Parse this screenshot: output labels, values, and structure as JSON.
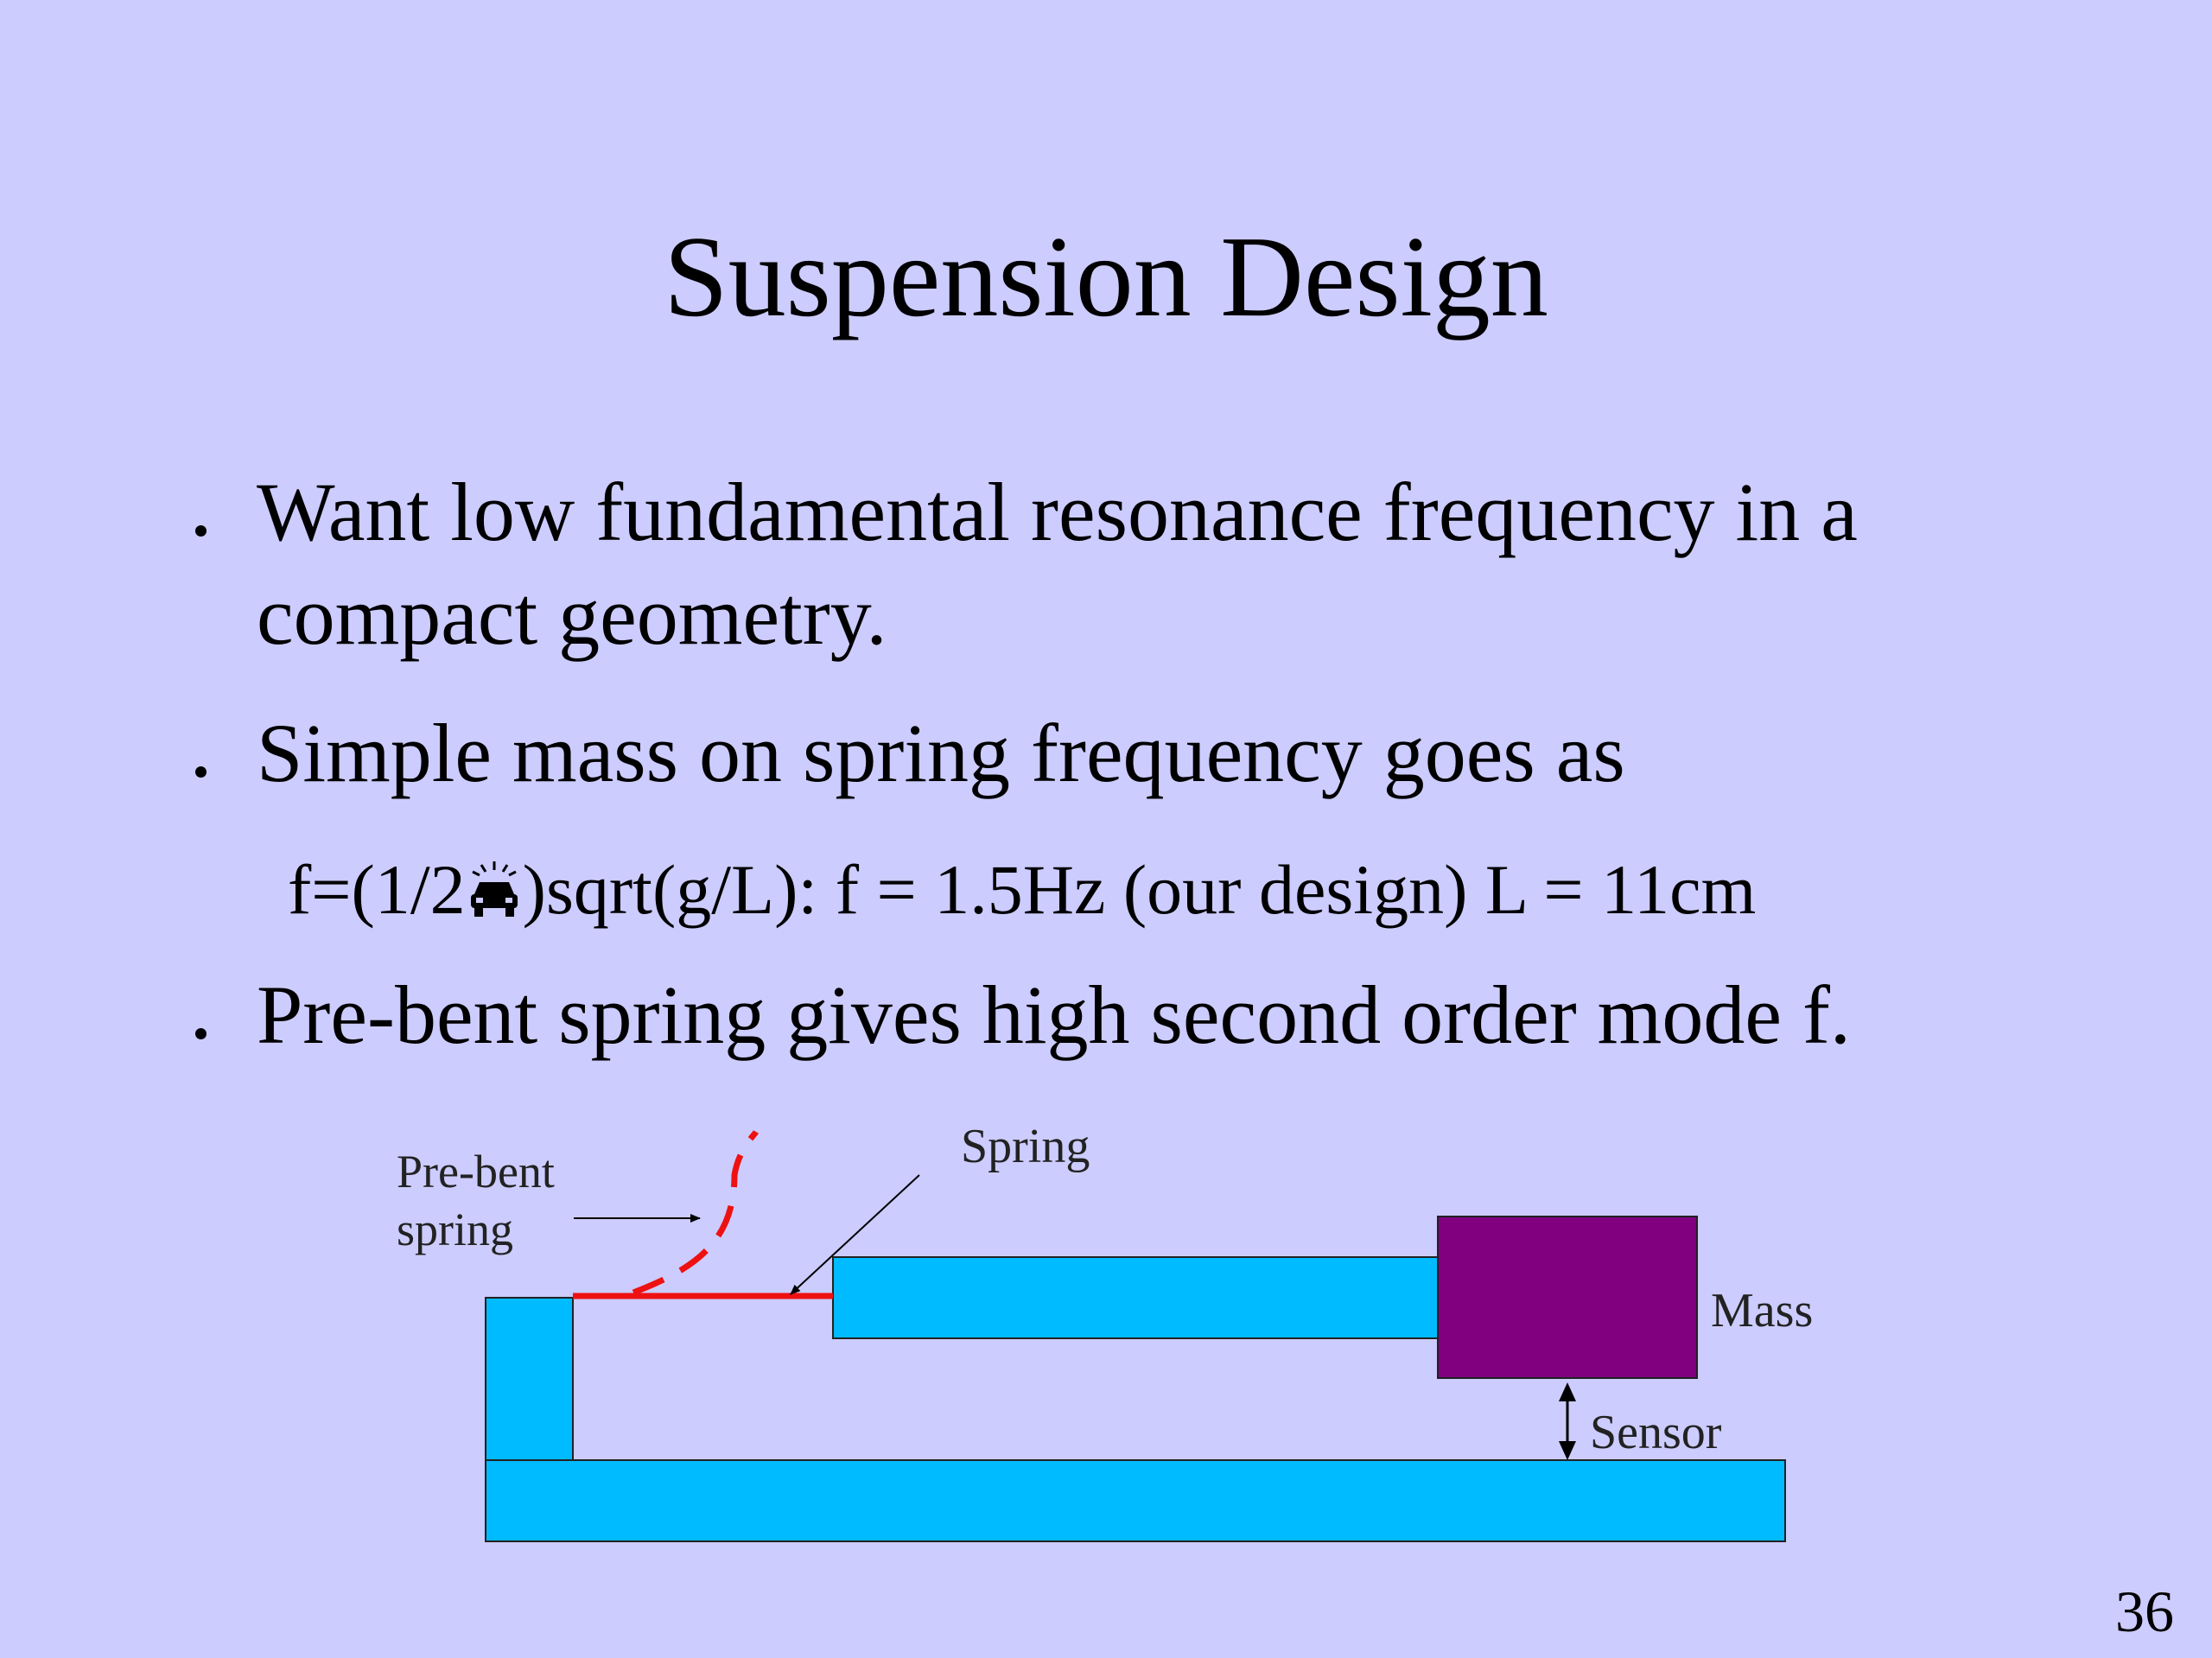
{
  "slide": {
    "title": "Suspension Design",
    "bullets": [
      {
        "line1": "Want low fundamental resonance frequency in a",
        "line2": "compact geometry."
      },
      {
        "line1": "Simple mass on spring frequency goes as"
      },
      {
        "line1": "Pre-bent spring gives high second order mode f."
      }
    ],
    "formula": {
      "prefix": "f=(1/2",
      "suffix": ")sqrt(g/L):  f = 1.5Hz (our design) L = 11cm",
      "glyph_icon": "car-glyph-icon"
    },
    "page_number": "36"
  },
  "diagram": {
    "labels": {
      "prebent_line1": "Pre-bent",
      "prebent_line2": "spring",
      "spring": "Spring",
      "mass": "Mass",
      "sensor": "Sensor"
    },
    "colors": {
      "beam": "#00bbff",
      "mass": "#800080",
      "spring": "#ee1111",
      "outline": "#222222"
    }
  }
}
